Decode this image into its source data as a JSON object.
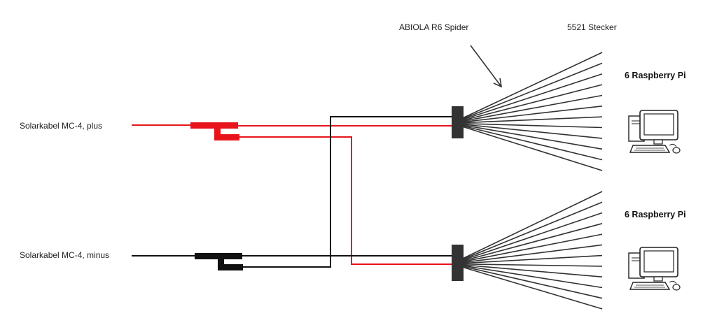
{
  "labels": {
    "plus_cable": "Solarkabel MC-4, plus",
    "minus_cable": "Solarkabel MC-4, minus",
    "spider": "ABIOLA R6 Spider",
    "connector": "5521 Stecker",
    "group_top": "6 Raspberry Pi",
    "group_bottom": "6 Raspberry Pi"
  },
  "colors": {
    "plus": "#e8141c",
    "minus": "#111111",
    "splitter_body": "#333333",
    "fan_lines": "#333333"
  },
  "icons": {
    "computer": "desktop-computer-icon",
    "arrow": "pointer-arrow-icon"
  }
}
